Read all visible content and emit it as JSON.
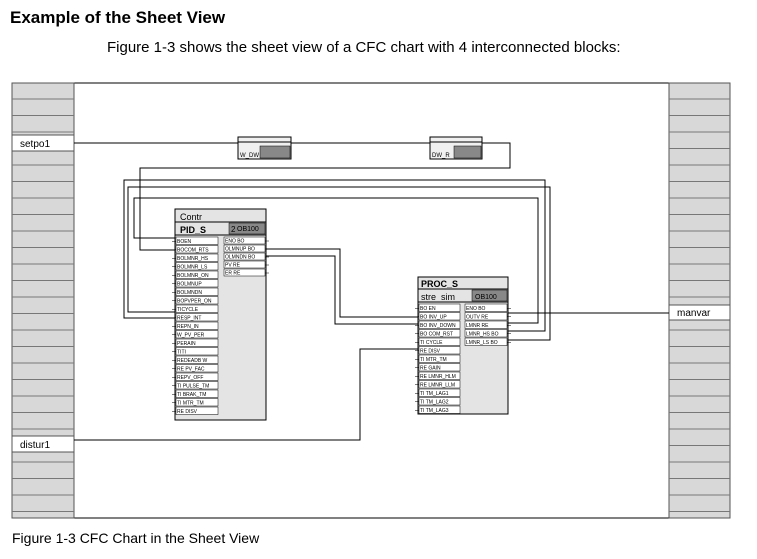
{
  "heading": "Example of the Sheet View",
  "intro": "Figure 1-3 shows the sheet view of a CFC chart with 4 interconnected blocks:",
  "caption": "Figure 1-3   CFC Chart in the Sheet View",
  "sheet": {
    "left_bar_labels": {
      "setpoint": "setpo1",
      "disturbance": "distur1"
    },
    "right_bar_labels": {
      "output": "manvar"
    }
  },
  "blocks": {
    "w_dw": {
      "name": "W_DW"
    },
    "dw_r": {
      "name": "DW_R"
    },
    "contr": {
      "name": "Contr",
      "type": "PID_S",
      "num": "2",
      "task": "OB100",
      "inputs": [
        "BOEN",
        "BOCOM_RTS",
        "BOLMNR_HS",
        "BOLMNR_LS",
        "BOLMNR_ON",
        "BOLMNUP",
        "BOLMNDN",
        "BOPVPER_ON",
        "TICYCLE",
        "RESP_INT",
        "REPN_IN",
        "W_PV_PER",
        "PERAIN",
        "TITI",
        "REDEADB W",
        "RE PV_FAC",
        "REPV_OFF",
        "TI PULSE_TM",
        "TI BRAK_TM",
        "TI MTR_TM",
        "RE DISV"
      ],
      "outputs": [
        "ENO BO",
        "OLMNUP BO",
        "OLMNDN BO",
        "PV RE",
        "ER RE"
      ]
    },
    "proc": {
      "name": "PROC_S",
      "type": "stre_sim",
      "task": "OB100",
      "inputs": [
        "BO EN",
        "BO INV_UP",
        "BO INV_DOWN",
        "BO COM_RST",
        "TI CYCLE",
        "RE DISV",
        "TI MTR_TM",
        "RE GAIN",
        "RE LMNR_HLM",
        "RE LMNR_LLM",
        "TI TM_LAG1",
        "TI TM_LAG2",
        "TI TM_LAG3"
      ],
      "outputs": [
        "ENO BO",
        "OUTV RE",
        "LMNR RE",
        "LMNR_HS BO",
        "LMNR_LS BO"
      ]
    }
  }
}
